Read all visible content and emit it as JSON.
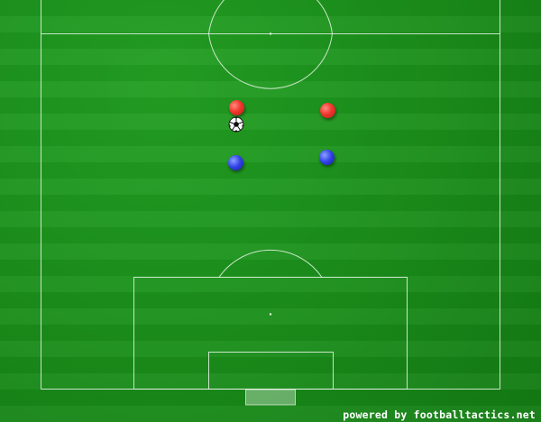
{
  "board": {
    "credit_text": "powered by footballtactics.net",
    "colors": {
      "grass": "#1d8f1d",
      "lines": "#e8f5e8",
      "red_team": "#f0362e",
      "blue_team": "#2f3fe6"
    }
  },
  "players": [
    {
      "id": "red-1",
      "team": "red"
    },
    {
      "id": "red-2",
      "team": "red"
    },
    {
      "id": "blue-1",
      "team": "blue"
    },
    {
      "id": "blue-2",
      "team": "blue"
    }
  ],
  "ball": {
    "icon": "soccer-ball-icon"
  }
}
